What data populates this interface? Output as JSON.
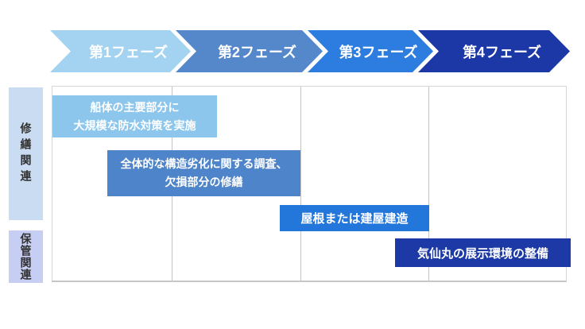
{
  "phases": [
    {
      "label": "第1フェーズ",
      "color": "#A3D3F1"
    },
    {
      "label": "第2フェーズ",
      "color": "#5587CB"
    },
    {
      "label": "第3フェーズ",
      "color": "#2D7CDF"
    },
    {
      "label": "第4フェーズ",
      "color": "#1B38A6"
    }
  ],
  "rows": [
    {
      "label": "修繕関連",
      "bg_color": "#C9DCF2"
    },
    {
      "label": "保管関連",
      "bg_color": "#C7CEF3"
    }
  ],
  "tasks": [
    {
      "row": "修繕関連",
      "lines": [
        "船体の主要部分に",
        "大規模な防水対策を実施"
      ],
      "start_phase": 1.0,
      "end_phase": 2.35,
      "color": "#8DC6EC"
    },
    {
      "row": "修繕関連",
      "lines": [
        "全体的な構造劣化に関する調査、",
        "欠損部分の修繕"
      ],
      "start_phase": 1.45,
      "end_phase": 3.0,
      "color": "#4E84CA"
    },
    {
      "row": "修繕関連",
      "lines": [
        "屋根または建屋建造"
      ],
      "start_phase": 2.85,
      "end_phase": 4.0,
      "color": "#2377DB"
    },
    {
      "row": "保管関連",
      "lines": [
        "気仙丸の展示環境の整備"
      ],
      "start_phase": 3.75,
      "end_phase": 5.0,
      "color": "#1C39A5"
    }
  ],
  "colors": {
    "grid_border": "#D6D6D6",
    "grid_line": "#C3C3C3",
    "bar_text": "#FFFFFF",
    "row_label_text": "#333333",
    "background": "#FFFFFF"
  }
}
